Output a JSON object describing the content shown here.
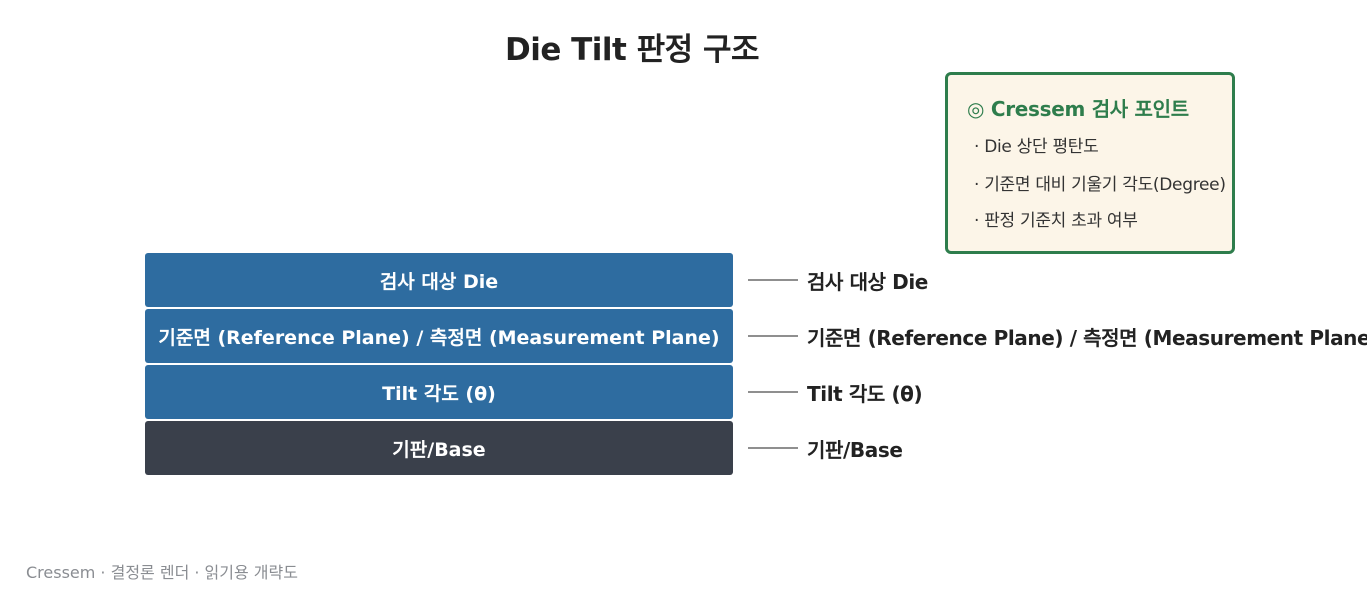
{
  "title": "Die Tilt 판정 구조",
  "layers": [
    {
      "label": "검사 대상 Die"
    },
    {
      "label": "기준면 (Reference Plane) / 측정면 (Measurement Plane)"
    },
    {
      "label": "Tilt 각도 (θ)"
    },
    {
      "label": "기판/Base"
    }
  ],
  "side_labels": [
    {
      "label": "검사 대상 Die"
    },
    {
      "label": "기준면 (Reference Plane) / 측정면 (Measurement Plane)"
    },
    {
      "label": "Tilt 각도 (θ)"
    },
    {
      "label": "기판/Base"
    }
  ],
  "callout": {
    "title": "◎ Cressem 검사 포인트",
    "items": [
      "· Die 상단 평탄도",
      "· 기준면 대비 기울기 각도(Degree)",
      "· 판정 기준치 초과 여부"
    ]
  },
  "footer": "Cressem · 결정론 렌더 · 읽기용 개략도",
  "colors": {
    "layer_blue": "#2e6ca0",
    "layer_dark": "#3a404b",
    "callout_border": "#2e7d4c",
    "callout_bg": "#fcf5e8"
  }
}
